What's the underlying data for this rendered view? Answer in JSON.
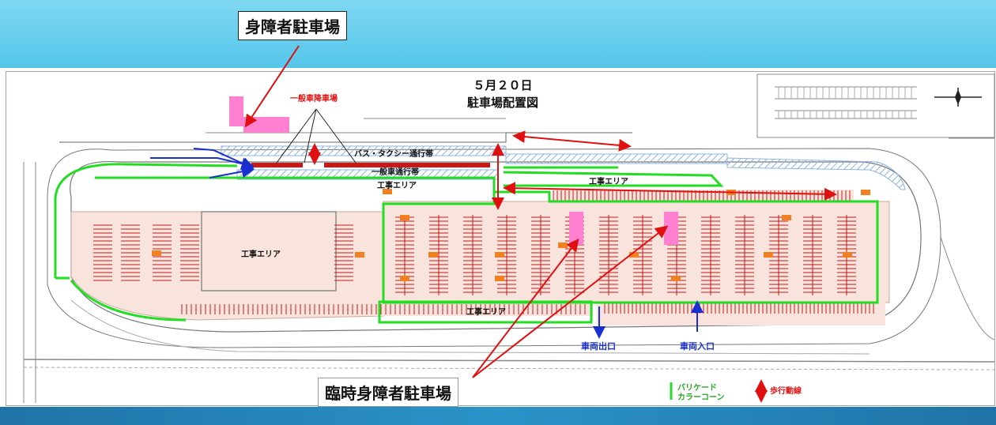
{
  "map": {
    "title_date": "５月２０日",
    "title_name": "駐車場配置図",
    "labels": {
      "general_dropoff": "一般車降車場",
      "bus_taxi_lane": "バス・タクシー通行帯",
      "general_lane": "一般車通行帯",
      "construction": "工事エリア",
      "vehicle_exit": "車両出口",
      "vehicle_entrance": "車両入口"
    },
    "callouts": {
      "disabled_parking": "身障者駐車場",
      "temp_disabled_parking": "臨時身障者駐車場"
    },
    "legend": {
      "barricade_line1": "バリケード",
      "barricade_line2": "カラーコーン",
      "walking_route": "歩行動線"
    },
    "colors": {
      "barricade": "#22dd22",
      "parking_lines": "#c41a1a",
      "disabled_zone": "#ff7fd0",
      "arrow_red": "#e01010",
      "arrow_blue": "#1a2fd0",
      "lot_fill": "#f8e4dc",
      "hatch": "#8fb4dc",
      "marker": "#f08020"
    }
  }
}
